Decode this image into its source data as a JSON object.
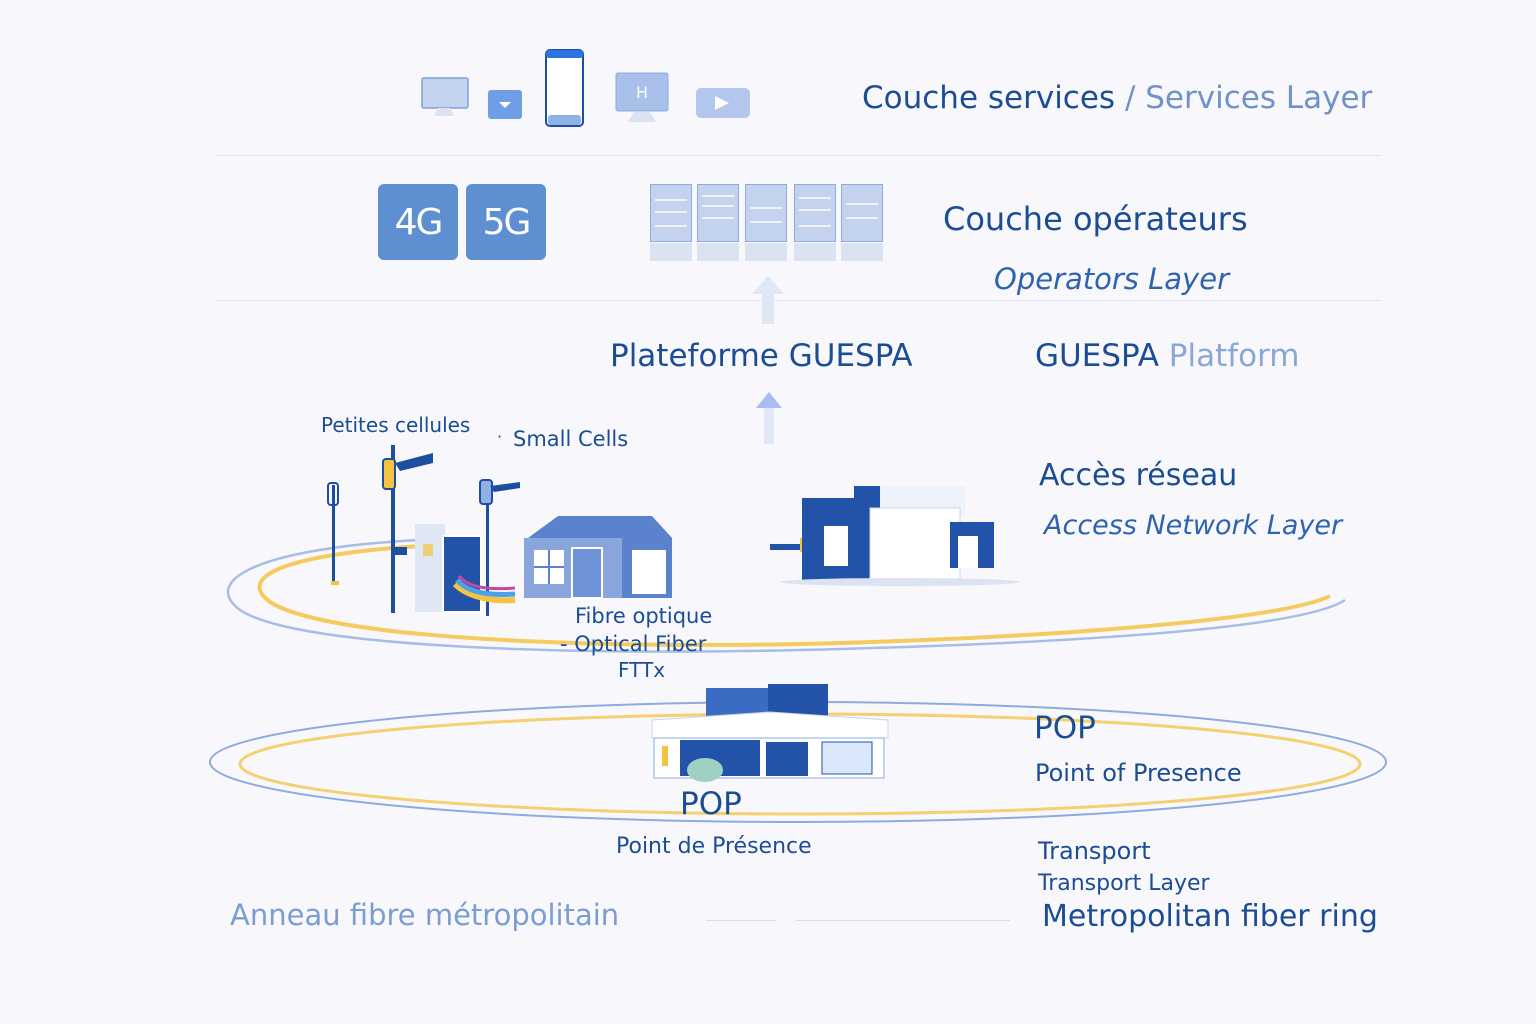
{
  "services_layer": {
    "title_fr": "Couche services",
    "separator": "/",
    "title_en": "Services Layer",
    "icons": [
      "desktop-monitor-icon",
      "tablet-download-icon",
      "smartphone-icon",
      "tv-monitor-icon",
      "video-play-icon"
    ]
  },
  "operators_layer": {
    "title_fr": "Couche opérateurs",
    "title_en": "Operators Layer",
    "badges": [
      "4G",
      "5G"
    ],
    "icons": [
      "server-rack-icon"
    ]
  },
  "platform": {
    "title_fr": "Plateforme GUESPA",
    "title_en_strong": "GUESPA",
    "title_en_light": "Platform"
  },
  "access_layer": {
    "small_cells_fr": "Petites cellules",
    "small_cells_sep": "·",
    "small_cells_en": "Small Cells",
    "title_fr": "Accès réseau",
    "title_en": "Access Network Layer",
    "fiber_fr": "Fibre optique",
    "fiber_en": "- Optical Fiber",
    "fiber_tech": "FTTx"
  },
  "transport_layer": {
    "pop_center": "POP",
    "pop_center_fr": "Point de Présence",
    "pop_right": "POP",
    "pop_right_en": "Point of Presence",
    "transport": "Transport",
    "transport_en": "Transport Layer",
    "ring_en": "Metropolitan fiber ring",
    "ring_fr": "Anneau fibre métropolitain"
  },
  "colors": {
    "primary": "#1b4d94",
    "accent_blue": "#5e8fd0",
    "fiber_yellow": "#f5c242",
    "background": "#f8f8fc"
  }
}
